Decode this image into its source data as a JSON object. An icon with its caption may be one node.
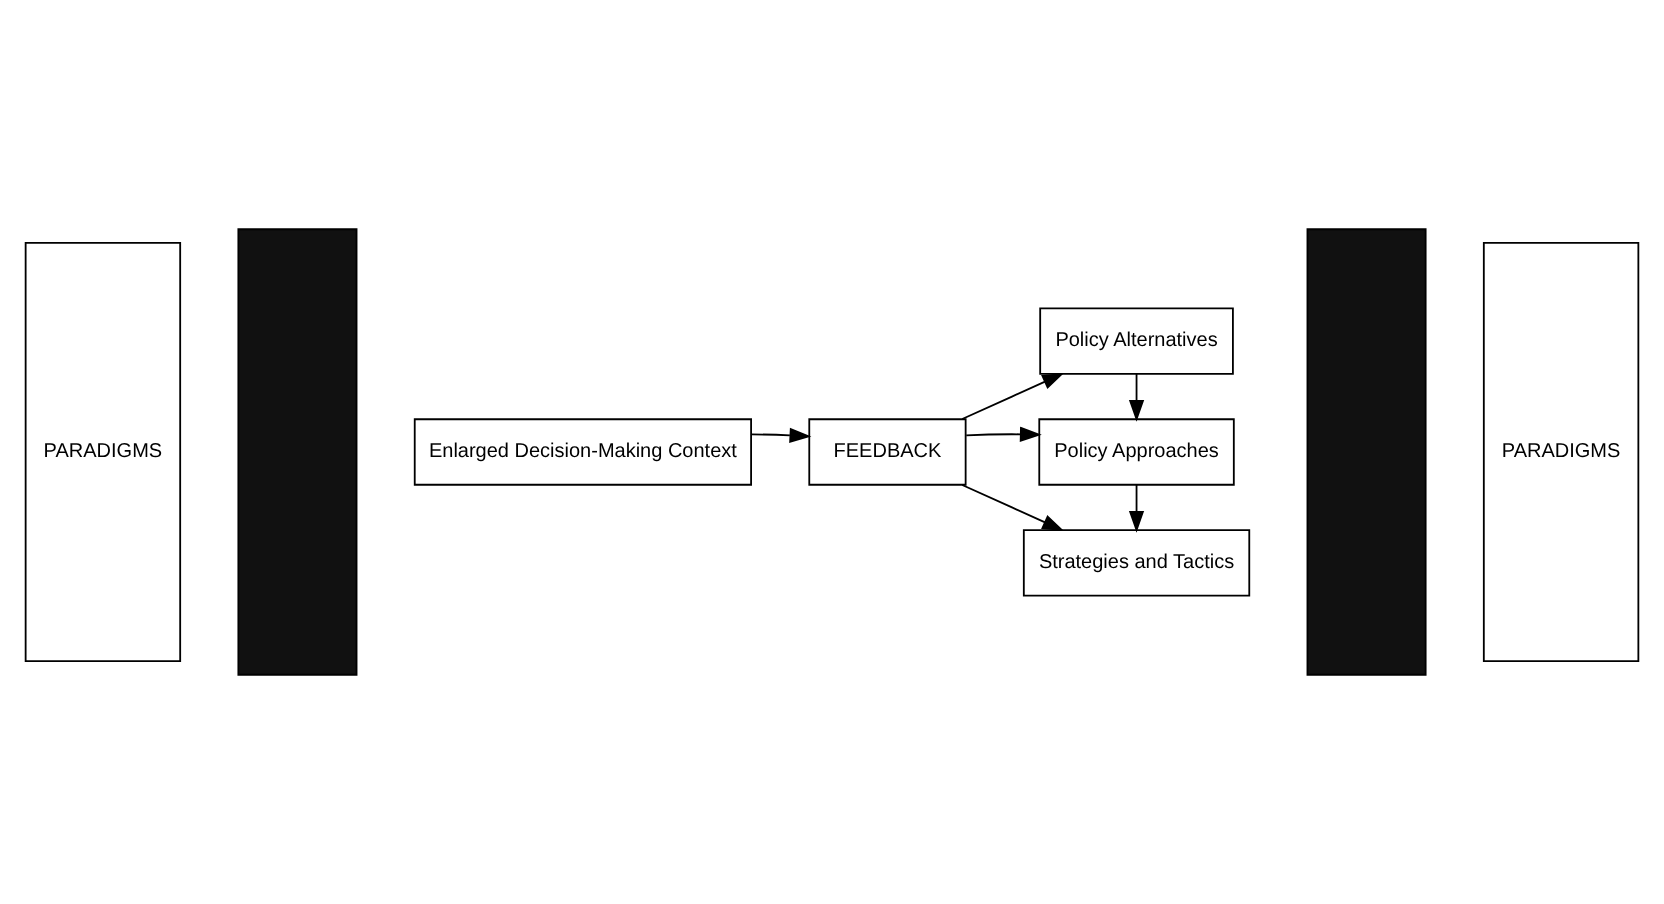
{
  "diagram": {
    "nodes": [
      {
        "text": [
          "PARADIGMS"
        ]
      },
      {
        "text": [],
        "shape": "box"
      },
      {
        "text": [
          "Enlarged Decision-Making Context"
        ]
      },
      {
        "text": [
          "FEEDBACK"
        ]
      },
      {
        "text": [
          "Policy Alternatives"
        ]
      },
      {
        "text": [
          "Policy Approaches"
        ]
      },
      {
        "text": [
          "Strategies and Tactics"
        ]
      },
      {
        "text": [],
        "shape": "box"
      },
      {
        "text": [
          "PARADIGMS"
        ]
      }
    ],
    "edges": [
      {
        "from": 2,
        "to": 3,
        "arrow": "to"
      },
      {
        "from": 3,
        "to": 4,
        "arrow": "to"
      },
      {
        "from": 3,
        "to": 5,
        "arrow": "to"
      },
      {
        "from": 3,
        "to": 6,
        "arrow": "to"
      },
      {
        "from": 4,
        "to": 5,
        "arrow": "to"
      },
      {
        "from": 5,
        "to": 6,
        "arrow": "to"
      }
    ]
  }
}
